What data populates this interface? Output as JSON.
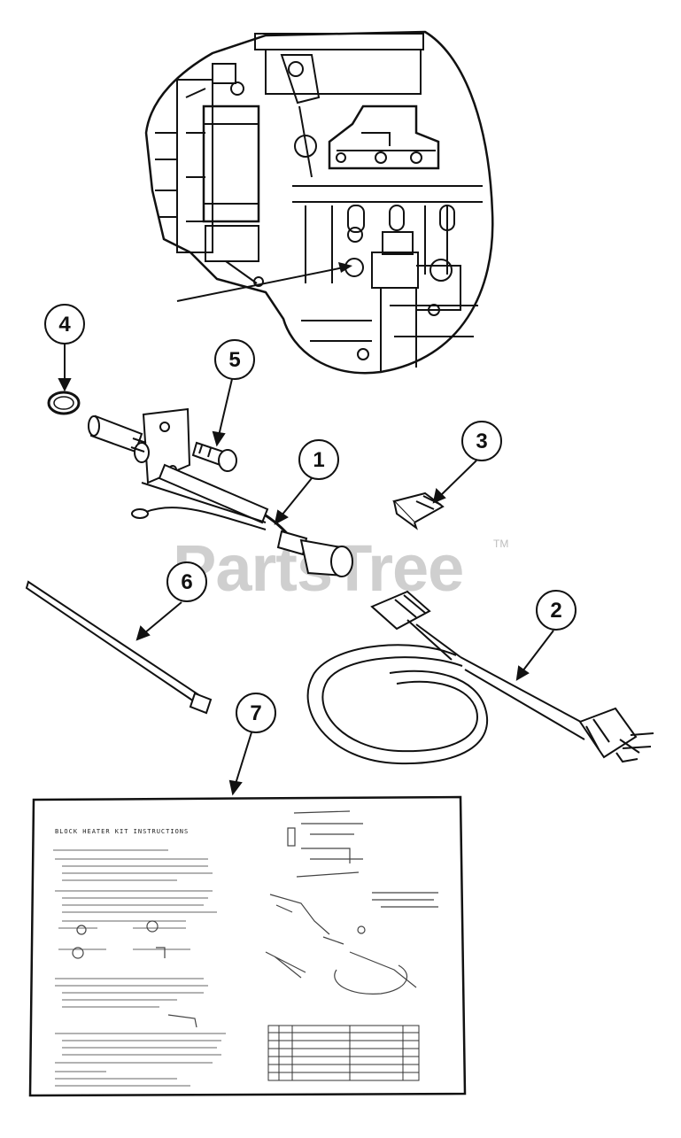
{
  "watermark": {
    "text": "PartsTree",
    "trademark": "TM"
  },
  "callouts": [
    {
      "id": "callout-1",
      "label": "1"
    },
    {
      "id": "callout-2",
      "label": "2"
    },
    {
      "id": "callout-3",
      "label": "3"
    },
    {
      "id": "callout-4",
      "label": "4"
    },
    {
      "id": "callout-5",
      "label": "5"
    },
    {
      "id": "callout-6",
      "label": "6"
    },
    {
      "id": "callout-7",
      "label": "7"
    }
  ],
  "parts": [
    {
      "callout": "1",
      "depicts": "heater-element-with-cord"
    },
    {
      "callout": "2",
      "depicts": "power-cord-with-plug"
    },
    {
      "callout": "3",
      "depicts": "connector"
    },
    {
      "callout": "4",
      "depicts": "o-ring"
    },
    {
      "callout": "5",
      "depicts": "mounting-bolt"
    },
    {
      "callout": "6",
      "depicts": "cable-tie"
    },
    {
      "callout": "7",
      "depicts": "instruction-sheet"
    }
  ],
  "instruction_sheet": {
    "title": "BLOCK HEATER KIT INSTRUCTIONS"
  },
  "colors": {
    "line": "#111111",
    "watermark": "#cfcfcf",
    "background": "#ffffff"
  }
}
